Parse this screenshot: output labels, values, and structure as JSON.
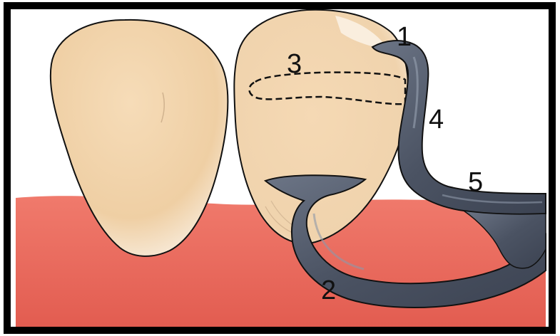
{
  "figure": {
    "labels": {
      "l1": "1",
      "l2": "2",
      "l3": "3",
      "l4": "4",
      "l5": "5"
    },
    "colors": {
      "gum": "#e9665a",
      "gum_light": "#f07a6c",
      "tooth": "#f3d9b5",
      "tooth_highlight": "#fbefdc",
      "clasp_metal": "#4f5767",
      "clasp_highlight": "#8e98a8",
      "outline": "#111111",
      "frame": "#000000"
    }
  }
}
